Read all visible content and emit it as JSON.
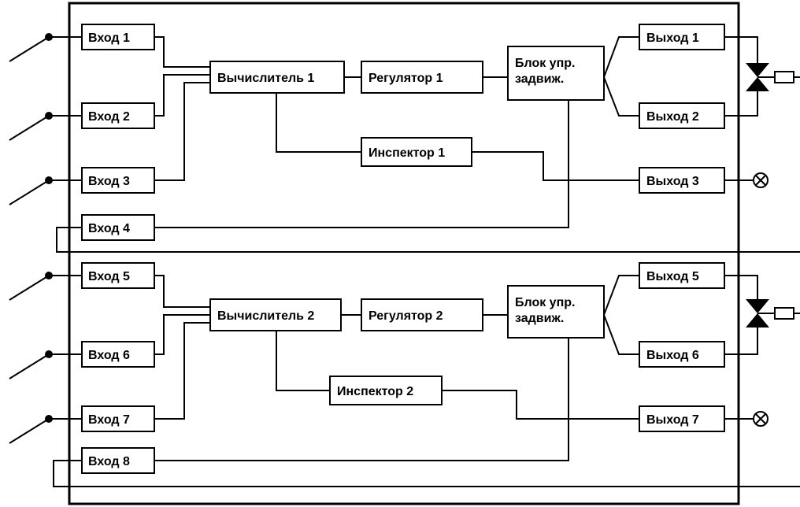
{
  "channel1": {
    "inputs": [
      "Вход 1",
      "Вход 2",
      "Вход 3",
      "Вход 4"
    ],
    "calculator": "Вычислитель 1",
    "regulator": "Регулятор 1",
    "valve_block": [
      "Блок упр.",
      "задвиж."
    ],
    "inspector": "Инспектор 1",
    "outputs": [
      "Выход 1",
      "Выход 2",
      "Выход 3"
    ]
  },
  "channel2": {
    "inputs": [
      "Вход 5",
      "Вход 6",
      "Вход 7",
      "Вход 8"
    ],
    "calculator": "Вычислитель 2",
    "regulator": "Регулятор 2",
    "valve_block": [
      "Блок упр.",
      "задвиж."
    ],
    "inspector": "Инспектор 2",
    "outputs": [
      "Выход 5",
      "Выход 6",
      "Выход 7"
    ]
  },
  "icons": [
    "sensor-icon",
    "valve-icon",
    "lamp-icon"
  ]
}
